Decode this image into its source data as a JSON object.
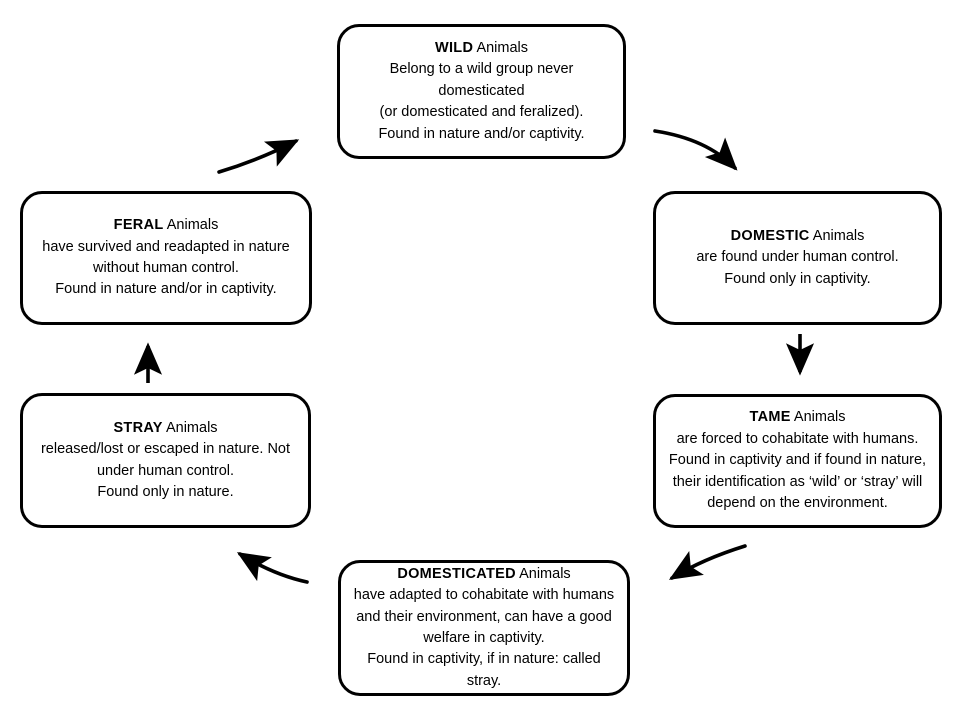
{
  "diagram": {
    "type": "cycle-diagram",
    "title": "Animal categories cycle",
    "background_color": "#ffffff",
    "stroke_color": "#000000",
    "text_color": "#000000",
    "nodes": [
      {
        "id": "wild",
        "keyword": "WILD",
        "title_suffix": " Animals",
        "body": "Belong to a wild group never domesticated\n(or domesticated and feralized).\nFound in nature and/or captivity."
      },
      {
        "id": "domestic",
        "keyword": "DOMESTIC",
        "title_suffix": " Animals",
        "body": "are found under human control.\nFound only in captivity."
      },
      {
        "id": "tame",
        "keyword": "TAME",
        "title_suffix": " Animals",
        "body": "are forced to cohabitate with humans.\nFound in captivity and if found in nature,\ntheir identification as ‘wild’ or ‘stray’ will depend on the environment."
      },
      {
        "id": "domesticated",
        "keyword": "DOMESTICATED",
        "title_suffix": " Animals",
        "body": "have adapted to cohabitate with humans and their environment, can have a good welfare in captivity.\nFound in captivity, if in nature: called stray."
      },
      {
        "id": "stray",
        "keyword": "STRAY",
        "title_suffix": " Animals",
        "body": "released/lost or escaped in nature. Not under human control.\nFound only in nature."
      },
      {
        "id": "feral",
        "keyword": "FERAL",
        "title_suffix": " Animals",
        "body": "have survived and readapted in nature without human control.\nFound in nature and/or in captivity."
      }
    ],
    "arrows": [
      {
        "id": "wild-to-domestic",
        "from": "wild",
        "to": "domestic",
        "style": "curved"
      },
      {
        "id": "domestic-to-tame",
        "from": "domestic",
        "to": "tame",
        "style": "straight-down"
      },
      {
        "id": "tame-to-domesticated",
        "from": "tame",
        "to": "domesticated",
        "style": "curved"
      },
      {
        "id": "domesticated-to-stray",
        "from": "domesticated",
        "to": "stray",
        "style": "curved"
      },
      {
        "id": "stray-to-feral",
        "from": "stray",
        "to": "feral",
        "style": "straight-up"
      },
      {
        "id": "feral-to-wild",
        "from": "feral",
        "to": "wild",
        "style": "curved"
      }
    ]
  }
}
